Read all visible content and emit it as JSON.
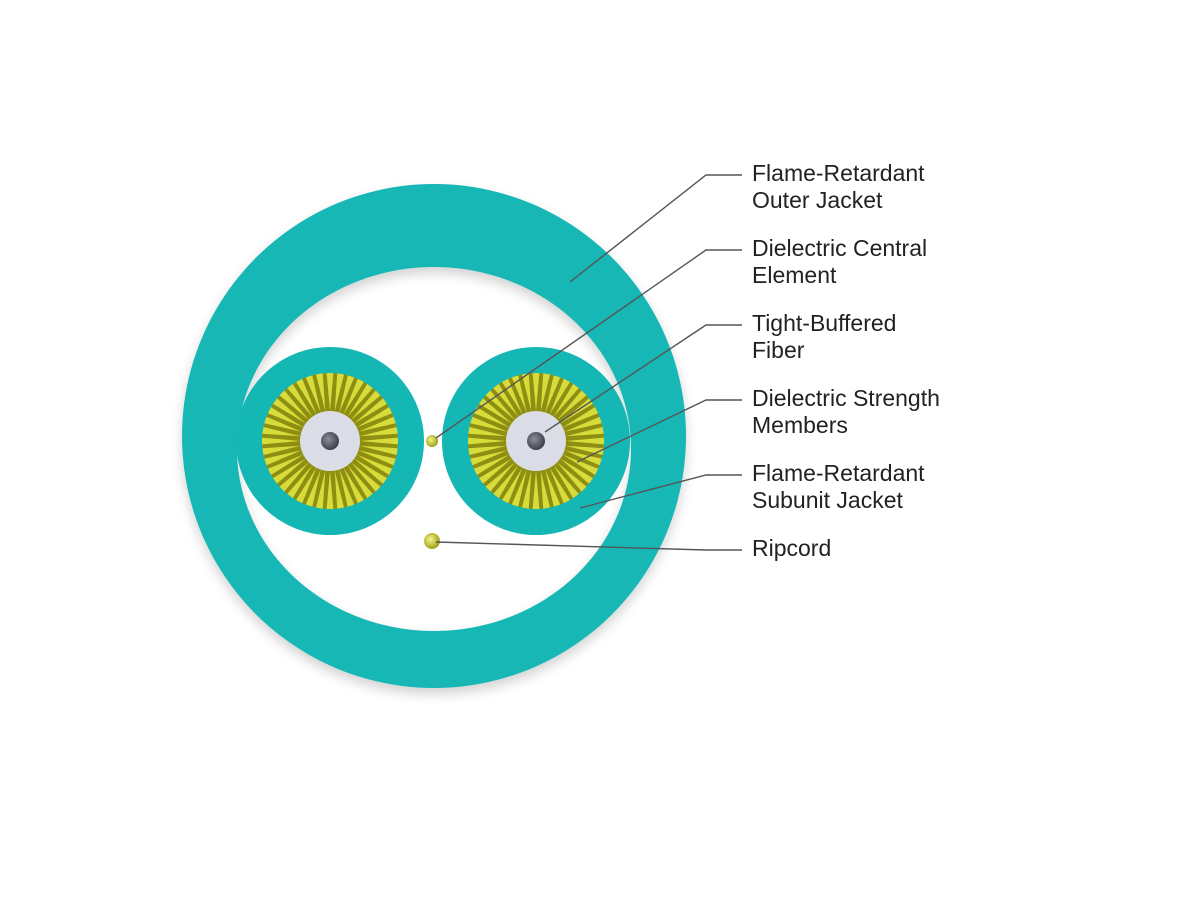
{
  "diagram": {
    "colors": {
      "jacket": "#15b7b5",
      "strength_light": "#d8dc3a",
      "strength_dark": "#8e8f12",
      "buffer": "#dadde6",
      "fiber_core": "#555a66",
      "ripcord": "#cfd224",
      "leader": "#555555",
      "text": "#222222"
    },
    "labels": [
      {
        "id": "outer-jacket",
        "text": "Flame-Retardant\nOuter Jacket"
      },
      {
        "id": "central-element",
        "text": "Dielectric Central\nElement"
      },
      {
        "id": "tight-buffered-fiber",
        "text": "Tight-Buffered\nFiber"
      },
      {
        "id": "strength-members",
        "text": "Dielectric Strength\nMembers"
      },
      {
        "id": "subunit-jacket",
        "text": "Flame-Retardant\nSubunit Jacket"
      },
      {
        "id": "ripcord",
        "text": "Ripcord"
      }
    ]
  }
}
